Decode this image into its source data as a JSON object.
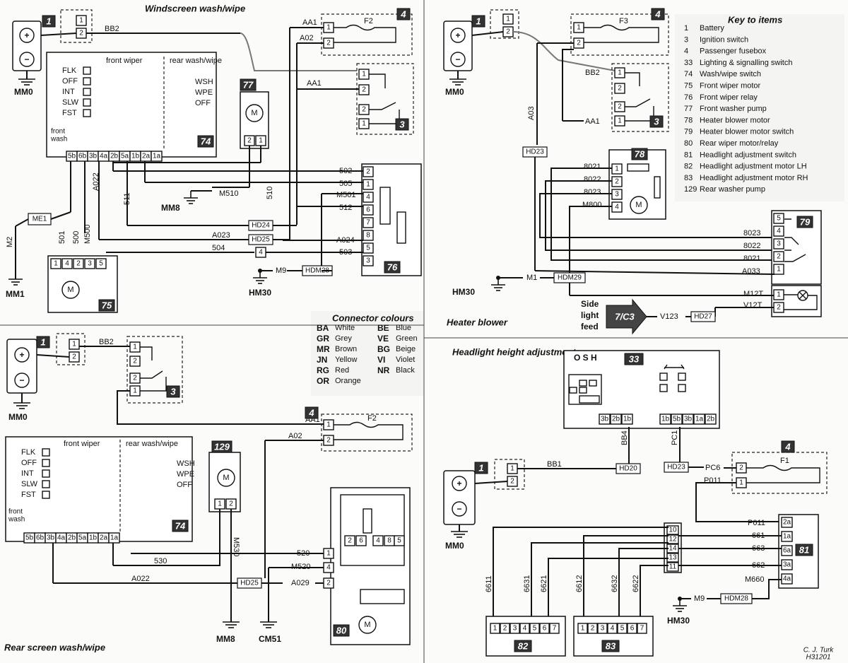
{
  "titles": {
    "windscreen": "Windscreen wash/wipe",
    "heater": "Heater blower",
    "headlight": "Headlight height adjustment",
    "rear": "Rear screen wash/wipe",
    "key": "Key to items",
    "colours": "Connector colours"
  },
  "key_items": [
    {
      "num": "1",
      "label": "Battery"
    },
    {
      "num": "3",
      "label": "Ignition switch"
    },
    {
      "num": "4",
      "label": "Passenger fusebox"
    },
    {
      "num": "33",
      "label": "Lighting & signalling switch"
    },
    {
      "num": "74",
      "label": "Wash/wipe switch"
    },
    {
      "num": "75",
      "label": "Front wiper motor"
    },
    {
      "num": "76",
      "label": "Front wiper relay"
    },
    {
      "num": "77",
      "label": "Front washer pump"
    },
    {
      "num": "78",
      "label": "Heater blower motor"
    },
    {
      "num": "79",
      "label": "Heater blower motor switch"
    },
    {
      "num": "80",
      "label": "Rear wiper motor/relay"
    },
    {
      "num": "81",
      "label": "Headlight adjustment switch"
    },
    {
      "num": "82",
      "label": "Headlight adjustment motor LH"
    },
    {
      "num": "83",
      "label": "Headlight adjustment motor RH"
    },
    {
      "num": "129",
      "label": "Rear washer pump"
    }
  ],
  "connector_colours": [
    {
      "code": "BA",
      "name": "White",
      "code2": "BE",
      "name2": "Blue"
    },
    {
      "code": "GR",
      "name": "Grey",
      "code2": "VE",
      "name2": "Green"
    },
    {
      "code": "MR",
      "name": "Brown",
      "code2": "BG",
      "name2": "Beige"
    },
    {
      "code": "JN",
      "name": "Yellow",
      "code2": "VI",
      "name2": "Violet"
    },
    {
      "code": "RG",
      "name": "Red",
      "code2": "NR",
      "name2": "Black"
    },
    {
      "code": "OR",
      "name": "Orange",
      "code2": "",
      "name2": ""
    }
  ],
  "switch": {
    "front_wiper": "front wiper",
    "rear_wash": "rear wash/wipe",
    "positions": [
      "FLK",
      "OFF",
      "INT",
      "SLW",
      "FST"
    ],
    "rear_positions": [
      "WSH",
      "WPE",
      "OFF"
    ],
    "front_wash": "front wash",
    "front_wash_a": "front",
    "front_wash_b": "wash",
    "pins": [
      "5b",
      "6b",
      "3b",
      "4a",
      "2b",
      "5a",
      "1b",
      "2a",
      "1a"
    ]
  },
  "badges": {
    "b1": "1",
    "b3": "3",
    "b4": "4",
    "b33": "33",
    "b74": "74",
    "b75": "75",
    "b76": "76",
    "b77": "77",
    "b78": "78",
    "b79": "79",
    "b80": "80",
    "b81": "81",
    "b82": "82",
    "b83": "83",
    "b129": "129",
    "b7c3": "7/C3"
  },
  "grounds": {
    "mm0": "MM0",
    "mm1": "MM1",
    "mm8": "MM8",
    "hm30": "HM30",
    "cm51": "CM51"
  },
  "wires": {
    "bb2": "BB2",
    "bb1": "BB1",
    "bb4": "BB4",
    "aa1": "AA1",
    "a02": "A02",
    "a03": "A03",
    "a022": "A022",
    "a023": "A023",
    "a024": "A024",
    "a029": "A029",
    "a033": "A033",
    "m2": "M2",
    "m9": "M9",
    "m1": "M1",
    "m510": "M510",
    "m500": "M500",
    "m501": "M501",
    "m520": "M520",
    "m530": "M530",
    "m660": "M660",
    "m800": "M800",
    "m12t": "M12T",
    "v12t": "V12T",
    "v123": "V123",
    "pc1": "PC1",
    "pc6": "PC6",
    "p011": "P011",
    "w501": "501",
    "w500": "500",
    "w511": "511",
    "w502": "502",
    "w505": "505",
    "w510": "510",
    "w512": "512",
    "w503": "503",
    "w504": "504",
    "w520": "520",
    "w530": "530",
    "w8021": "8021",
    "w8022": "8022",
    "w8023": "8023",
    "w661": "661",
    "w662": "662",
    "w663": "663",
    "w6611": "6611",
    "w6631": "6631",
    "w6621": "6621",
    "w6612": "6612",
    "w6632": "6632",
    "w6622": "6622"
  },
  "connectors": {
    "me1": "ME1",
    "hd23": "HD23",
    "hd24": "HD24",
    "hd25": "HD25",
    "hd28": "HDM28",
    "hd29": "HDM29",
    "hd27": "HD27",
    "hd20": "HD20"
  },
  "fuses": {
    "f2": "F2",
    "f3": "F3",
    "f1": "F1"
  },
  "misc": {
    "osh": "O S H",
    "side_light": "Side light feed",
    "side_a": "Side",
    "side_b": "light",
    "side_c": "feed",
    "motor": "M",
    "credit_a": "C. J. Turk",
    "credit_b": "H31201"
  }
}
